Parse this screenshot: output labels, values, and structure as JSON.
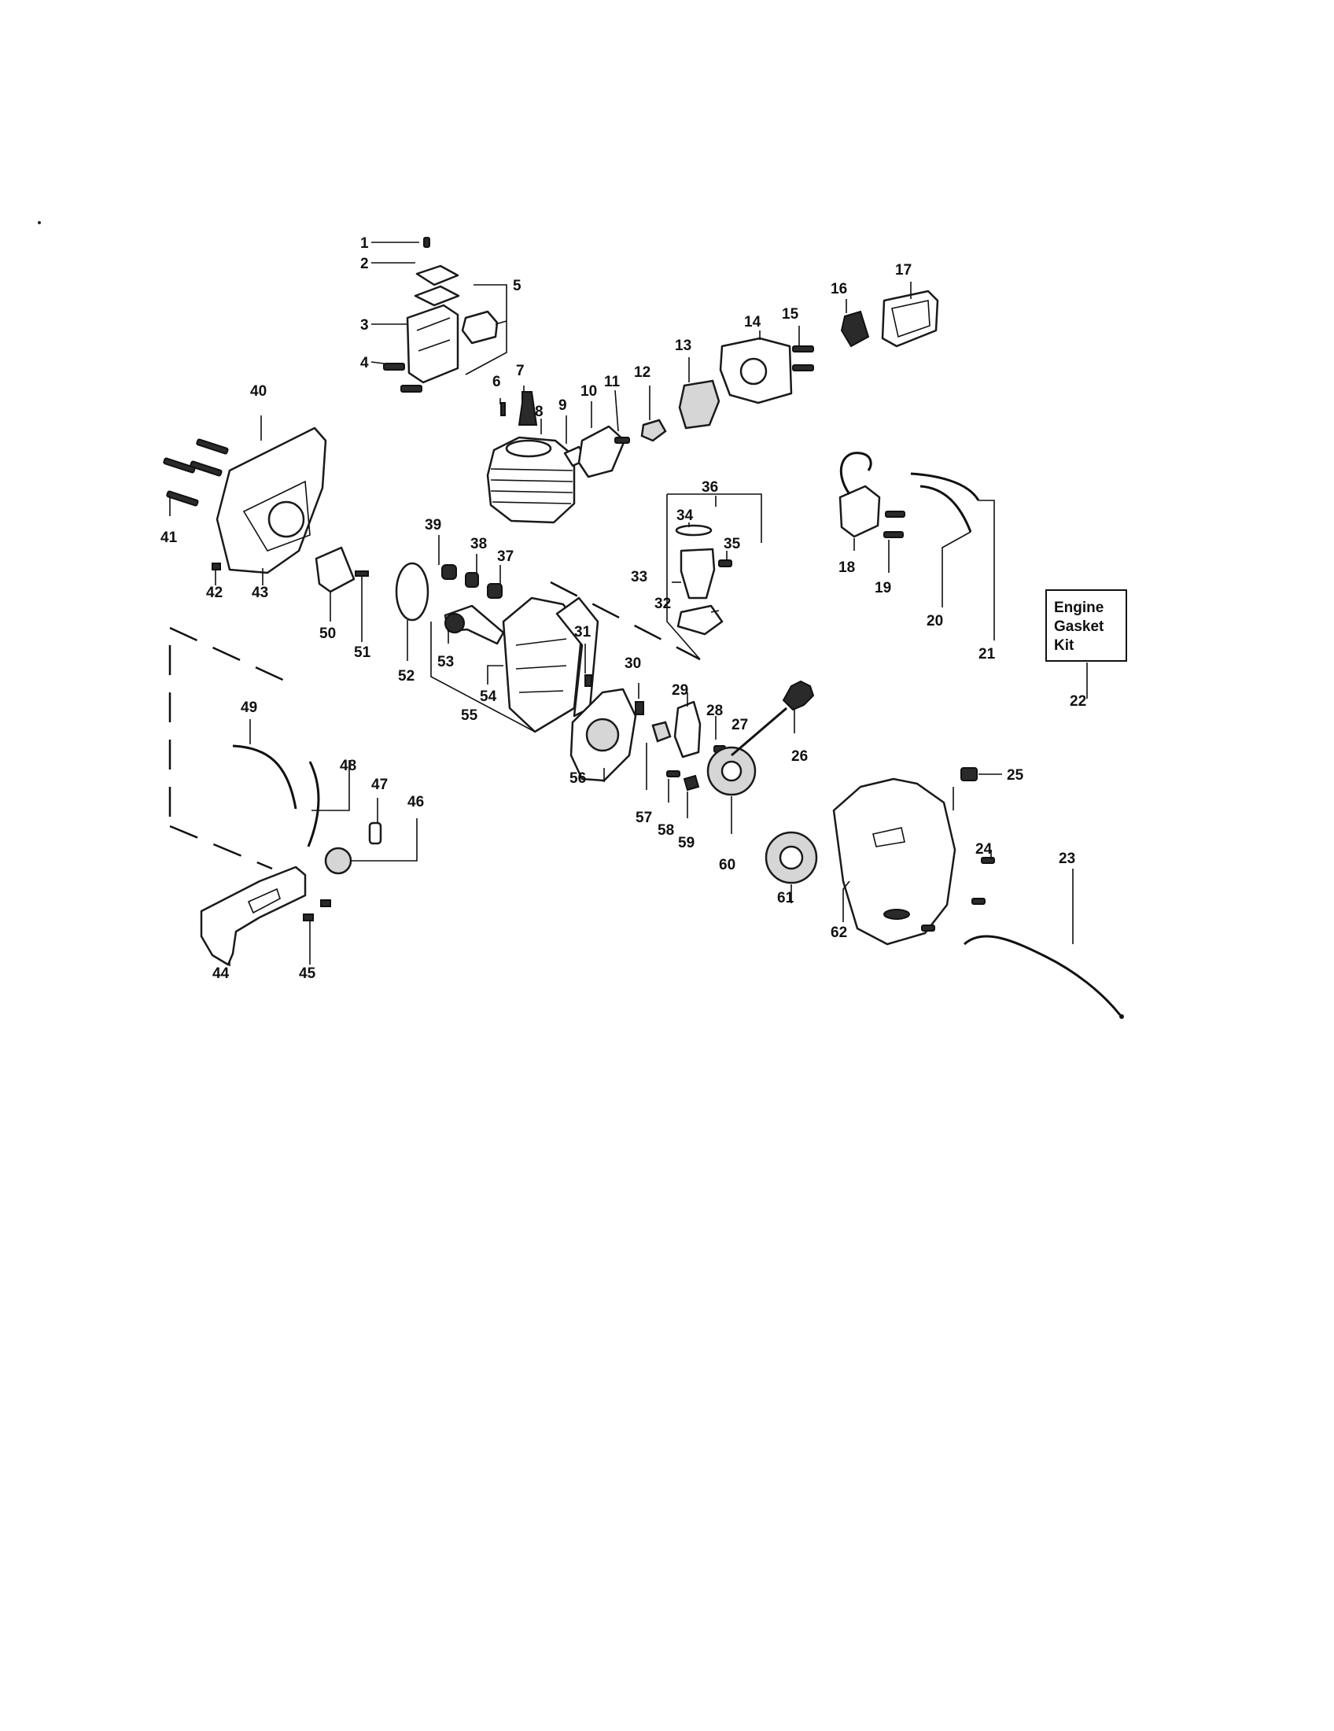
{
  "diagram": {
    "callouts": [
      "1",
      "2",
      "3",
      "4",
      "5",
      "6",
      "7",
      "8",
      "9",
      "10",
      "11",
      "12",
      "13",
      "14",
      "15",
      "16",
      "17",
      "18",
      "19",
      "20",
      "21",
      "22",
      "23",
      "24",
      "25",
      "26",
      "27",
      "28",
      "29",
      "30",
      "31",
      "32",
      "33",
      "34",
      "35",
      "36",
      "37",
      "38",
      "39",
      "40",
      "41",
      "42",
      "43",
      "44",
      "45",
      "46",
      "47",
      "48",
      "49",
      "50",
      "51",
      "52",
      "53",
      "54",
      "55",
      "56",
      "57",
      "58",
      "59",
      "60",
      "61",
      "62"
    ],
    "kit_box": {
      "lines": [
        "Engine",
        "Gasket",
        "Kit"
      ]
    }
  }
}
